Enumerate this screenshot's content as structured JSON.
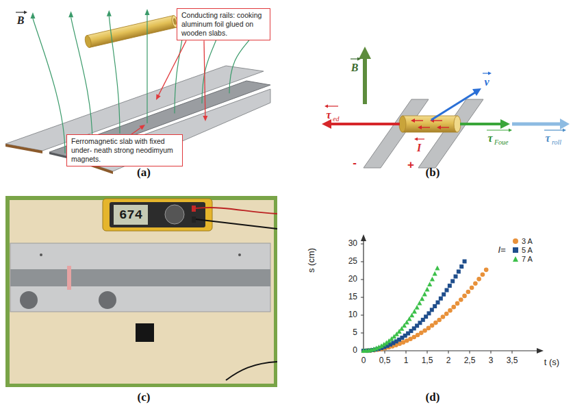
{
  "diagram": {
    "nodes": [
      {
        "text": [
          "Conducting rails: cooking aluminum foil glued on wooden slabs."
        ]
      },
      {
        "text": [
          "Ferromagnetic slab with fixed under- neath strong neodimyum magnets."
        ]
      }
    ],
    "labels": [
      "B",
      "(a)",
      "B",
      "v",
      "τ",
      "ed",
      "I",
      "τ",
      "Foue",
      "τ",
      "roll",
      "-",
      "+",
      "(b)",
      "674",
      "(c)",
      "s (cm)",
      "0",
      "5",
      "10",
      "15",
      "20",
      "25",
      "30",
      "0",
      "0,5",
      "1",
      "1,5",
      "2",
      "2,5",
      "3",
      "3,5",
      "t (s)",
      "I=",
      "(d)"
    ],
    "legend": [
      {
        "text": "3 A",
        "color": "#e8913a"
      },
      {
        "text": "5 A",
        "color": "#1f4e8c"
      },
      {
        "text": "7 A",
        "color": "#3cc04a"
      }
    ]
  }
}
